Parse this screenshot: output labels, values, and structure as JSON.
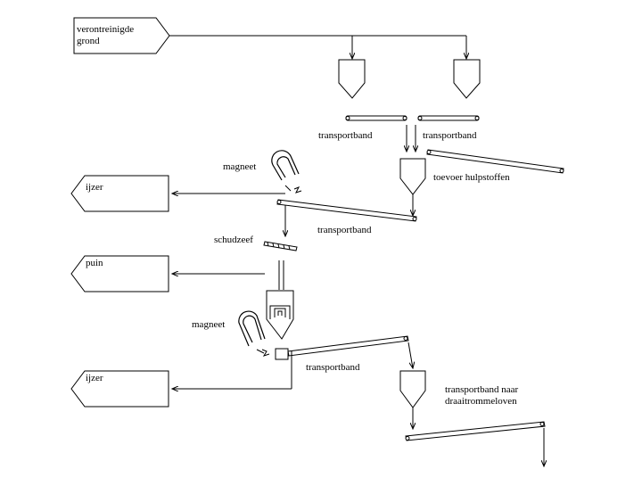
{
  "labels": {
    "input_line1": "verontreinigde",
    "input_line2": "grond",
    "belt_a": "transportband",
    "belt_b": "transportband",
    "additives": "toevoer hulpstoffen",
    "magnet_1": "magneet",
    "iron_1": "ijzer",
    "belt_c": "transportband",
    "screen": "schudzeef",
    "rubble": "puin",
    "magnet_2": "magneet",
    "belt_d": "transportband",
    "iron_2": "ijzer",
    "belt_e_line1": "transportband naar",
    "belt_e_line2": "draaitrommeloven"
  }
}
